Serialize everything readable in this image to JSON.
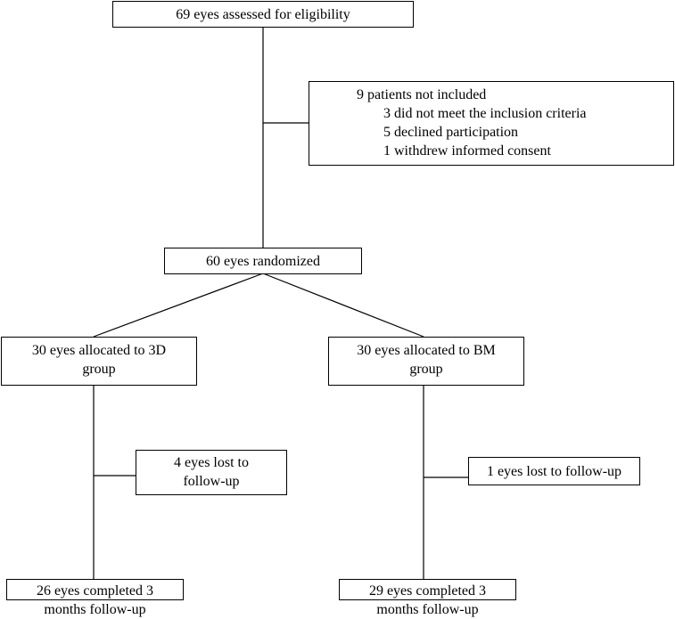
{
  "boxes": {
    "assessed": {
      "lines": [
        "69 eyes assessed for eligibility"
      ]
    },
    "excluded": {
      "heading": "9 patients not included",
      "reasons": [
        "3 did not meet the inclusion criteria",
        "5 declined participation",
        "1 withdrew informed consent"
      ]
    },
    "randomized": {
      "lines": [
        "60 eyes randomized"
      ]
    },
    "alloc_3d": {
      "lines": [
        "30 eyes allocated to 3D",
        "group"
      ]
    },
    "alloc_bm": {
      "lines": [
        "30 eyes allocated to BM",
        "group"
      ]
    },
    "lost_3d": {
      "lines": [
        "4 eyes lost to",
        "follow-up"
      ]
    },
    "lost_bm": {
      "lines": [
        "1 eyes lost to follow-up"
      ]
    },
    "completed_3d": {
      "lines": [
        "26 eyes completed 3",
        "months follow-up"
      ]
    },
    "completed_bm": {
      "lines": [
        "29 eyes completed 3",
        "months follow-up"
      ]
    }
  }
}
